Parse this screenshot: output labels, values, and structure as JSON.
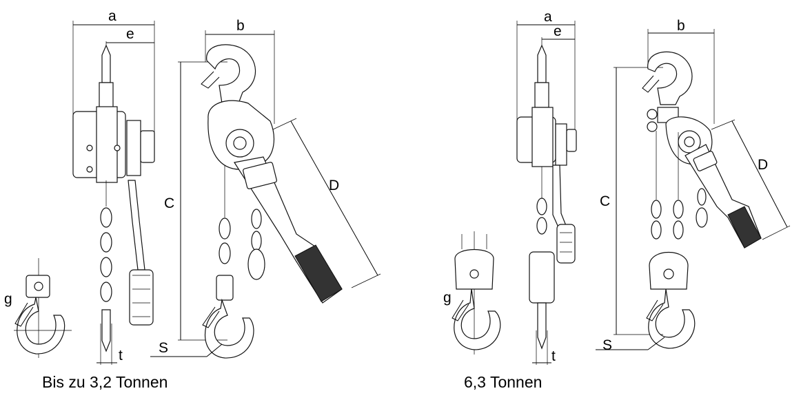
{
  "drawings": [
    {
      "caption": "Bis zu 3,2 Tonnen",
      "dims": {
        "a": "a",
        "e": "e",
        "b": "b",
        "C": "C",
        "D": "D",
        "S": "S",
        "g": "g",
        "t": "t"
      }
    },
    {
      "caption": "6,3 Tonnen",
      "dims": {
        "a": "a",
        "e": "e",
        "b": "b",
        "C": "C",
        "D": "D",
        "S": "S",
        "g": "g",
        "t": "t"
      }
    }
  ]
}
